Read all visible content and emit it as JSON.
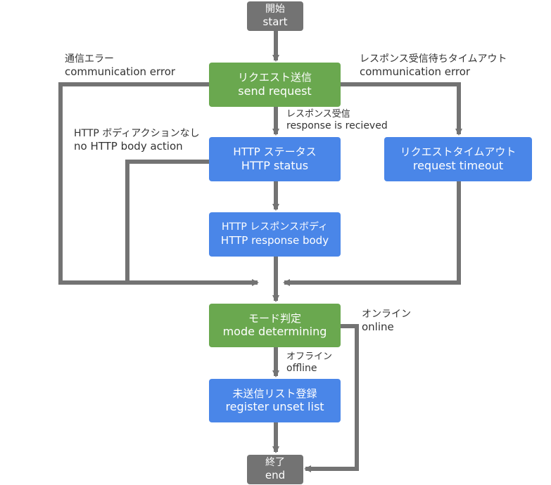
{
  "nodes": {
    "start": {
      "ja": "開始",
      "en": "start"
    },
    "send_request": {
      "ja": "リクエスト送信",
      "en": "send request"
    },
    "http_status": {
      "ja": "HTTP ステータス",
      "en": "HTTP status"
    },
    "request_timeout": {
      "ja": "リクエストタイムアウト",
      "en": "request timeout"
    },
    "http_response_body": {
      "ja": "HTTP レスポンスボディ",
      "en": "HTTP response body"
    },
    "mode_determining": {
      "ja": "モード判定",
      "en": "mode determining"
    },
    "register_unset_list": {
      "ja": "未送信リスト登録",
      "en": "register unset list"
    },
    "end": {
      "ja": "終了",
      "en": "end"
    }
  },
  "edge_labels": {
    "communication_error": {
      "ja": "通信エラー",
      "en": "communication error"
    },
    "response_timeout": {
      "ja": "レスポンス受信待ちタイムアウト",
      "en": "communication error"
    },
    "response_received": {
      "ja": "レスポンス受信",
      "en": "response is recieved"
    },
    "no_body_action": {
      "ja": "HTTP ボディアクションなし",
      "en": "no HTTP body action"
    },
    "online": {
      "ja": "オンライン",
      "en": "online"
    },
    "offline": {
      "ja": "オフライン",
      "en": "offline"
    }
  },
  "colors": {
    "terminal": "#737373",
    "process": "#6aa84f",
    "step": "#4a86e8",
    "connector": "#737373"
  }
}
